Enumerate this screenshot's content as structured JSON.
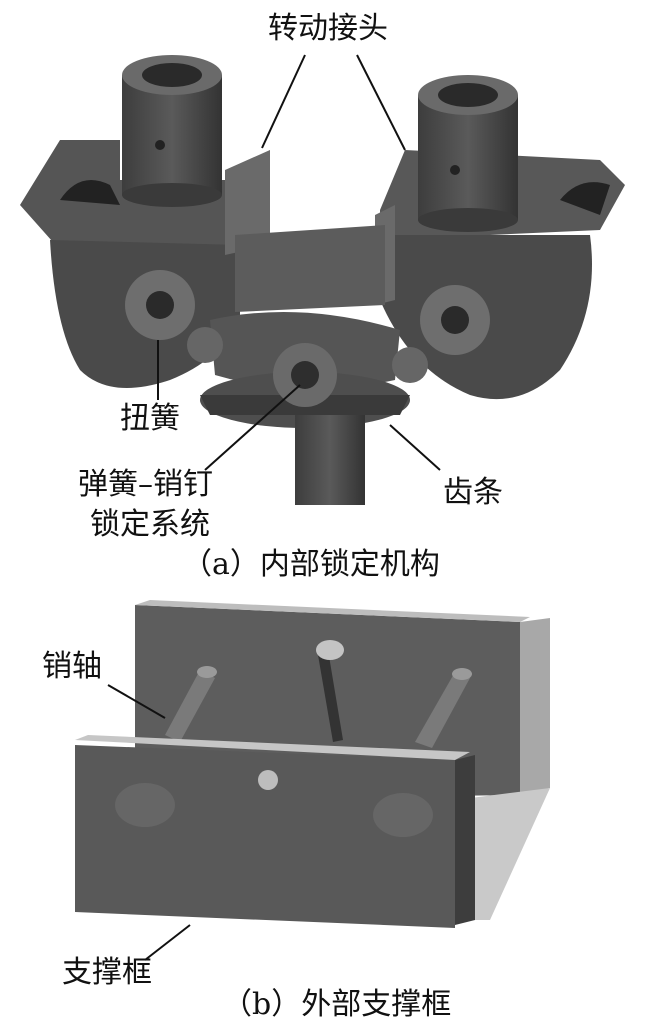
{
  "figure_a": {
    "labels": {
      "rotating_joint": "转动接头",
      "torsion_spring": "扭簧",
      "spring_pin_line1": "弹簧–销钉",
      "spring_pin_line2": "锁定系统",
      "rack": "齿条"
    },
    "caption": "（a）内部锁定机构"
  },
  "figure_b": {
    "labels": {
      "pin_shaft": "销轴",
      "support_frame": "支撑框"
    },
    "caption": "（b）外部支撑框"
  }
}
